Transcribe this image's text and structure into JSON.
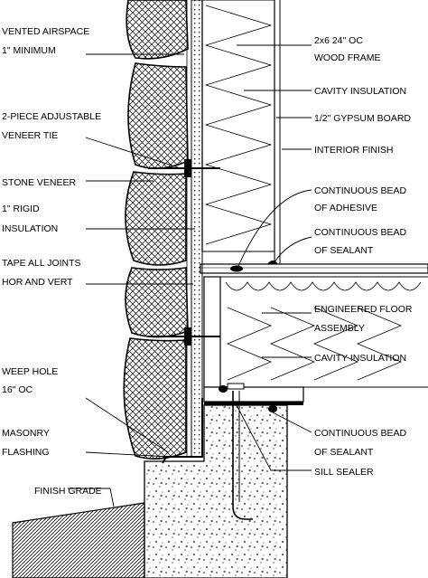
{
  "labels_left": [
    {
      "id": "vented-airspace",
      "lines": [
        "VENTED AIRSPACE",
        "1\" MINIMUM"
      ]
    },
    {
      "id": "veneer-tie",
      "lines": [
        "2-PIECE ADJUSTABLE",
        "VENEER TIE"
      ]
    },
    {
      "id": "stone-veneer",
      "lines": [
        "STONE VENEER"
      ]
    },
    {
      "id": "rigid-insulation",
      "lines": [
        "1\" RIGID",
        "INSULATION"
      ]
    },
    {
      "id": "tape-joints",
      "lines": [
        "TAPE ALL JOINTS",
        "HOR AND VERT"
      ]
    },
    {
      "id": "weep-hole",
      "lines": [
        "WEEP HOLE",
        "16\" OC"
      ]
    },
    {
      "id": "masonry-flashing",
      "lines": [
        "MASONRY",
        "FLASHING"
      ]
    },
    {
      "id": "finish-grade",
      "lines": [
        "FINISH GRADE"
      ]
    }
  ],
  "labels_right": [
    {
      "id": "wood-frame",
      "lines": [
        "2x6 24\" OC",
        "WOOD FRAME"
      ]
    },
    {
      "id": "cavity-insulation-upper",
      "lines": [
        "CAVITY INSULATION"
      ]
    },
    {
      "id": "gypsum-board",
      "lines": [
        "1/2\" GYPSUM BOARD"
      ]
    },
    {
      "id": "interior-finish",
      "lines": [
        "INTERIOR FINISH"
      ]
    },
    {
      "id": "bead-adhesive",
      "lines": [
        "CONTINUOUS BEAD",
        "OF ADHESIVE"
      ]
    },
    {
      "id": "bead-sealant-upper",
      "lines": [
        "CONTINUOUS BEAD",
        "OF SEALANT"
      ]
    },
    {
      "id": "engineered-floor",
      "lines": [
        "ENGINEERED FLOOR",
        "ASSEMBLY"
      ]
    },
    {
      "id": "cavity-insulation-lower",
      "lines": [
        "CAVITY INSULATION"
      ]
    },
    {
      "id": "bead-sealant-lower",
      "lines": [
        "CONTINUOUS BEAD",
        "OF SEALANT"
      ]
    },
    {
      "id": "sill-sealer",
      "lines": [
        "SILL SEALER"
      ]
    }
  ]
}
